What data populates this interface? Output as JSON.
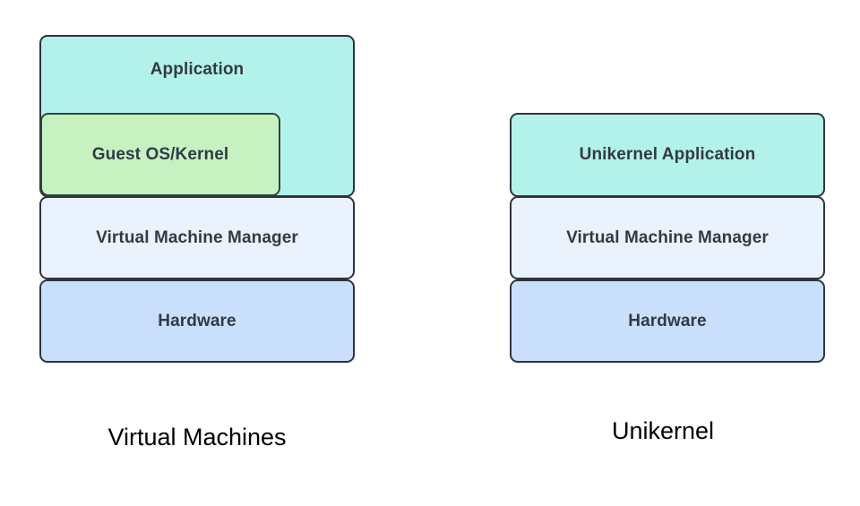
{
  "diagram": {
    "title_left": "Virtual Machines",
    "title_right": "Unikernel",
    "background_color": "#ffffff",
    "border_color": "#2c3440",
    "text_color": "#333a45",
    "caption_color": "#000000"
  },
  "columns": [
    {
      "id": "virtual-machines",
      "caption": "Virtual Machines",
      "layers": [
        {
          "id": "application",
          "label": "Application",
          "fill": "#b3f2ea"
        },
        {
          "id": "guest-os",
          "label": "Guest OS/Kernel",
          "fill": "#c6f2c2"
        },
        {
          "id": "vmm",
          "label": "Virtual Machine Manager",
          "fill": "#eaf2fd"
        },
        {
          "id": "hardware",
          "label": "Hardware",
          "fill": "#cadffb"
        }
      ]
    },
    {
      "id": "unikernel",
      "caption": "Unikernel",
      "layers": [
        {
          "id": "unikernel-application",
          "label": "Unikernel Application",
          "fill": "#b3f2ea"
        },
        {
          "id": "vmm",
          "label": "Virtual Machine Manager",
          "fill": "#eaf2fd"
        },
        {
          "id": "hardware",
          "label": "Hardware",
          "fill": "#cadffb"
        }
      ]
    }
  ]
}
